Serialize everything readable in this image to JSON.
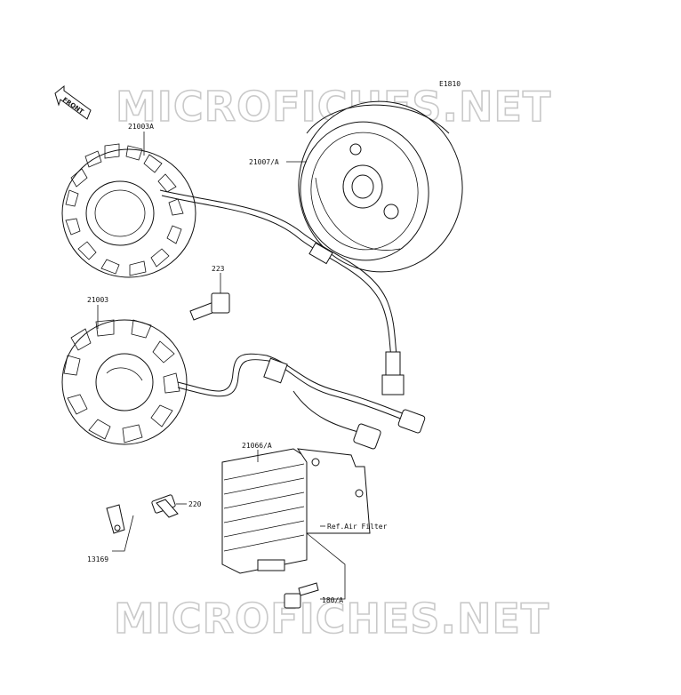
{
  "diagram": {
    "code": "E1810",
    "front_label": "FRONT",
    "watermark": "MICROFICHES.NET",
    "parts": {
      "stator_a": "21003A",
      "rotor": "21007/A",
      "bolt_223": "223",
      "stator": "21003",
      "regulator": "21066/A",
      "bolt_220": "220",
      "clamp": "13169",
      "bolt_180": "180/A",
      "ref_air_filter": "Ref.Air Filter"
    }
  }
}
